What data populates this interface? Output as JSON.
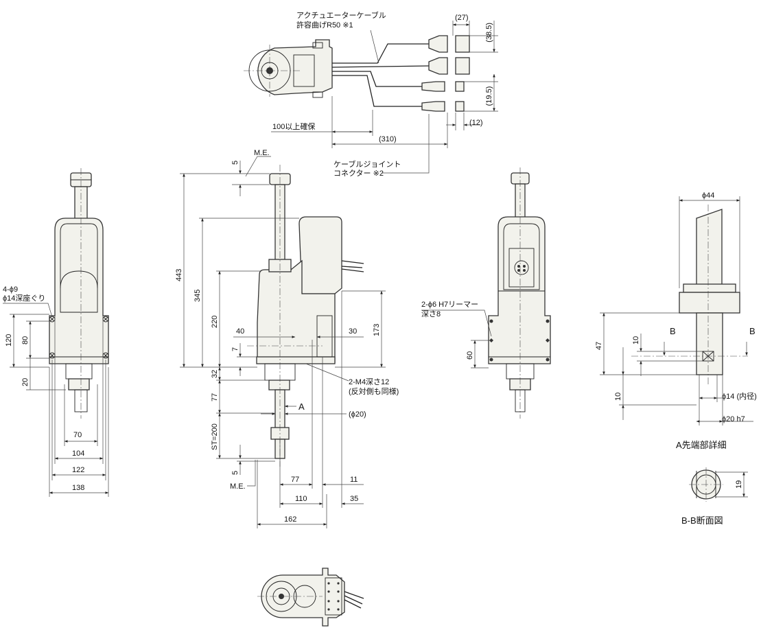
{
  "top_view": {
    "cable_label_1": "アクチュエーターケーブル",
    "cable_label_2": "許容曲げR50 ※1",
    "dim_27": "(27)",
    "dim_385": "(38.5)",
    "dim_195": "(19.5)",
    "dim_12": "(12)",
    "dim_100": "100以上確保",
    "dim_310": "(310)",
    "joint_label_1": "ケーブルジョイント",
    "joint_label_2": "コネクター ※2"
  },
  "left_view": {
    "hole_label_1": "4-ϕ9",
    "hole_label_2": "ϕ14深座ぐり",
    "dim_120": "120",
    "dim_80": "80",
    "dim_20": "20",
    "dim_70": "70",
    "dim_104": "104",
    "dim_122": "122",
    "dim_138": "138"
  },
  "front_view": {
    "me_top": "M.E.",
    "me_bottom": "M.E.",
    "dim_5_top": "5",
    "dim_5_bottom": "5",
    "dim_443": "443",
    "dim_345": "345",
    "dim_220": "220",
    "dim_173": "173",
    "dim_40": "40",
    "dim_30": "30",
    "dim_7": "7",
    "dim_32": "32",
    "dim_77_v": "77",
    "dim_st": "ST=200",
    "dim_phi20": "(ϕ20)",
    "label_a": "A",
    "tap_label_1": "2-M4深さ12",
    "tap_label_2": "(反対側も同様)",
    "dim_77_h": "77",
    "dim_11": "11",
    "dim_110": "110",
    "dim_35": "35",
    "dim_162": "162"
  },
  "right_view": {
    "ream_label_1": "2-ϕ6 H7リーマー",
    "ream_label_2": "深さ8",
    "dim_60": "60"
  },
  "detail_a": {
    "dim_phi44": "ϕ44",
    "dim_47": "47",
    "dim_10_a": "10",
    "dim_10_b": "10",
    "label_b_left": "B",
    "label_b_right": "B",
    "dim_phi14": "ϕ14 (内径)",
    "dim_phi20h7": "ϕ20 h7",
    "caption": "A先端部詳細"
  },
  "section_bb": {
    "dim_19": "19",
    "caption": "B-B断面図"
  }
}
